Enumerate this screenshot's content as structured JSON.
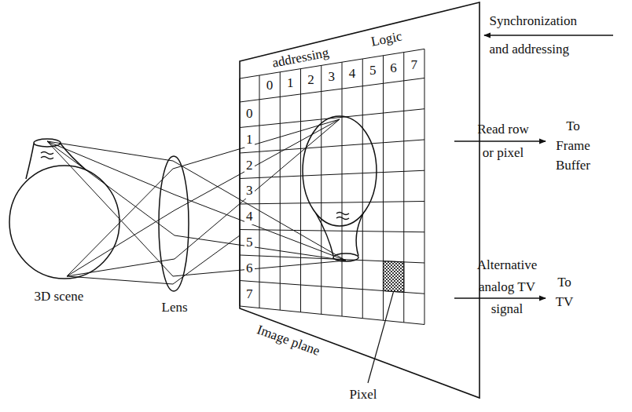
{
  "diagram": {
    "labels": [
      "Synchronization and addressing",
      "Logic",
      "addressing",
      "0",
      "1",
      "2",
      "3",
      "4",
      "5",
      "6",
      "7",
      "0",
      "1",
      "2",
      "3",
      "4",
      "5",
      "6",
      "7",
      "Read row or pixel",
      "To Frame Buffer",
      "Alternative analog TV signal",
      "To TV",
      "3D scene",
      "Lens",
      "Image plane",
      "Pixel"
    ]
  }
}
